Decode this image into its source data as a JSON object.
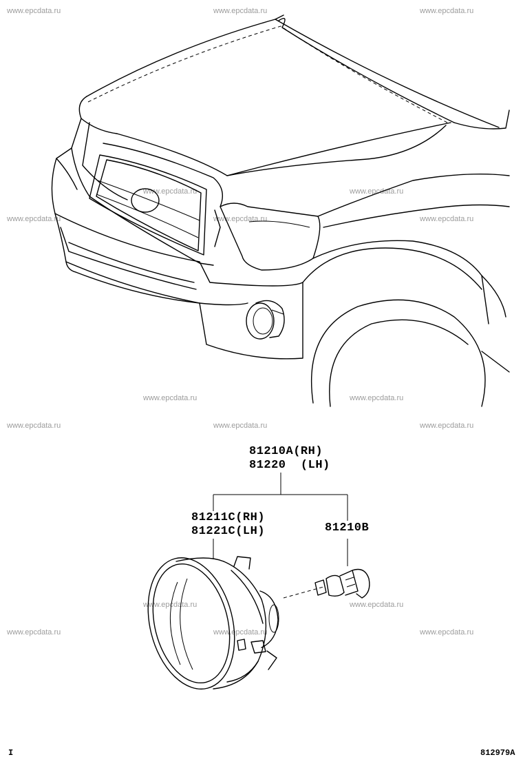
{
  "watermark": "www.epcdata.ru",
  "parts": {
    "assembly_rh": "81210A(RH)",
    "assembly_lh": "81220  (LH)",
    "unit_rh": "81211C(RH)",
    "unit_lh": "81221C(LH)",
    "bulb": "81210B"
  },
  "figure_code": "812979A",
  "corner_mark": "I"
}
